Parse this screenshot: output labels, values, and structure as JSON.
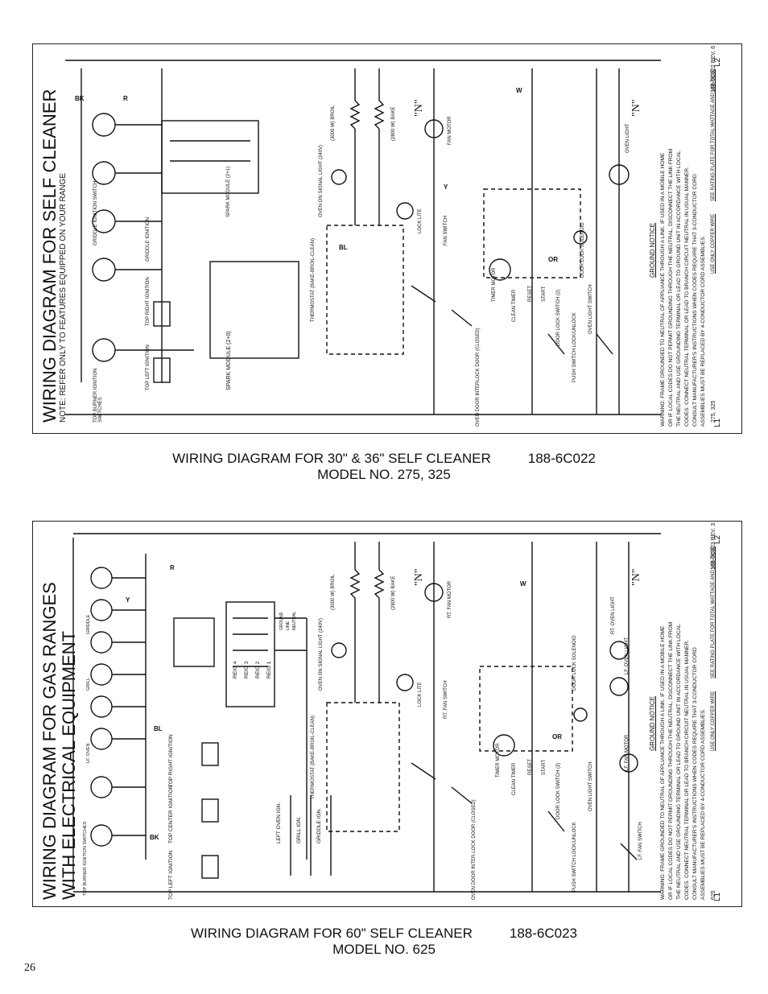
{
  "page_number": "26",
  "diagram1": {
    "title": "WIRING DIAGRAM FOR SELF CLEANER",
    "note": "NOTE: REFER ONLY TO FEATURES EQUIPPED ON YOUR RANGE",
    "caption_line1": "WIRING DIAGRAM FOR 30\" & 36\" SELF CLEANER",
    "part_number": "188-6C022",
    "caption_line2": "MODEL NO. 275, 325",
    "labels": {
      "top_burner_switches": "TOP BURNER IGNITION SWITCHES",
      "top_left_ignition": "TOP LEFT IGNITION",
      "top_right_ignition": "TOP RIGHT IGNITION",
      "griddle_ignition_switch": "GRIDDLE IGNITION SWITCH",
      "griddle_ignition": "GRIDDLE IGNITION",
      "spark_module_20": "SPARK MODULE (2+0)",
      "spark_module_21": "SPARK MODULE (2+1)",
      "thermostat": "THERMOSTAT (BAKE-BROIL-CLEAN)",
      "oven_on_signal": "OVEN ON SIGNAL LIGHT (240V)",
      "broil": "(3000 W) BROIL",
      "bake": "(2800 W) BAKE",
      "fan_motor": "FAN MOTOR",
      "lock_lite": "LOCK LITE",
      "fan_switch": "FAN SWITCH",
      "timer_motor": "TIMER MOTOR",
      "clean_timer": "CLEAN TIMER",
      "reset": "RESET",
      "start": "START",
      "door_lock_switch": "DOOR LOCK SWITCH (2)",
      "door_lock_solenoid": "DOOR LOCK SOLENOID",
      "oven_light_switch": "OVEN LIGHT SWITCH",
      "oven_light": "OVEN LIGHT",
      "push_switch": "PUSH SWITCH LOCK/UNLOCK",
      "oven_door_interlock": "OVEN DOOR INTERLOCK DOOR (CLOSED)",
      "neutral": "\"N\"",
      "l1": "L1",
      "l2": "L2"
    },
    "ground_notice_title": "GROUND NOTICE",
    "ground_notice_lines": [
      "WARNING: FRAME GROUNDED TO NEUTRAL OF APPLIANCE THROUGH A LINK. IF USED IN A MOBILE HOME",
      "OR IF LOCAL CODES DO NOT PERMIT GROUNDING THROUGH THE NEUTRAL, DISCONNECT THE LINK FROM",
      "THE NEUTRAL AND USE GROUNDING TERMINAL OR LEAD TO GROUND UNIT IN ACCORDANCE WITH LOCAL",
      "CODES. CONNECT NEUTRAL TERMINAL OR LEAD TO BRANCH CIRCUIT NEUTRAL IN USUAL MANNER.",
      "CONSULT MANUFACTURER'S INSTRUCTIONS WHEN CODES REQUIRE THAT 3-CONDUCTOR CORD",
      "ASSEMBLIES MUST BE REPLACED BY 4-CONDUCTOR CORD ASSEMBLIES."
    ],
    "footer_models": "275, 325",
    "footer_copper": "USE ONLY COPPER WIRE",
    "footer_rating": "SEE RATING PLATE FOR TOTAL WATTAGE AND VOLTAGE",
    "footer_rev": "188-6C022 REV. 6"
  },
  "diagram2": {
    "title_line1": "WIRING DIAGRAM FOR GAS RANGES",
    "title_line2": "WITH ELECTRICAL EQUIPMENT",
    "caption_line1": "WIRING DIAGRAM FOR 60\" SELF CLEANER",
    "part_number": "188-6C023",
    "caption_line2": "MODEL NO. 625",
    "labels": {
      "top_burner_switches": "TOP BURNER IGNITION SWITCHES",
      "lf_oven": "LF. OVEN",
      "grill": "GRILL",
      "griddle": "GRIDDLE",
      "top_left_ignition": "TOP LEFT IGNITION",
      "top_center_ignition": "TOP CENTER IGNITION",
      "top_right_ignition": "TOP RIGHT IGNITION",
      "left_oven_ign": "LEFT OVEN IGN.",
      "grill_ign": "GRILL IGN.",
      "griddle_ign": "GRIDDLE IGN.",
      "reig4": "REIG 4",
      "reig3": "REIG 3",
      "reig2": "REIG 2",
      "reig1": "REIG 1",
      "ground": "GROUND",
      "line": "LINE",
      "neutral_term": "NEUTRAL",
      "thermostat": "THERMOSTAT (BAKE-BROIL-CLEAN)",
      "oven_on_signal": "OVEN ON SIGNAL LIGHT (240V)",
      "broil": "(3000 W) BROIL",
      "bake": "(2800 W) BAKE",
      "rt_fan_motor": "RT. FAN MOTOR",
      "lock_lite": "LOCK LITE",
      "rt_fan_switch": "RT. FAN SWITCH",
      "timer_motor": "TIMER MOTOR",
      "clean_timer": "CLEAN TIMER",
      "reset": "RESET",
      "start": "START",
      "door_lock_switch": "DOOR LOCK SWITCH (2)",
      "door_lock_solenoid": "DOOR LOCK SOLENOID",
      "oven_light_switch": "OVEN LIGHT SWITCH",
      "rt_oven_light": "RT. OVEN LIGHT",
      "lf_oven_light": "LF. OVEN LIGHT",
      "lf_fan_motor": "LF. FAN MOTOR",
      "lf_fan_switch": "LF. FAN SWITCH",
      "push_switch": "PUSH SWITCH LOCK/UNLOCK",
      "oven_door_interlock": "OVEN DOOR INTER-LOCK DOOR (CLOSED)",
      "neutral": "\"N\"",
      "l1": "L1",
      "l2": "L2"
    },
    "ground_notice_title": "GROUND NOTICE",
    "ground_notice_lines": [
      "WARNING: FRAME GROUNDED TO NEUTRAL OF APPLIANCE THROUGH A LINK. IF USED IN A MOBILE HOME",
      "OR IF LOCAL CODES DO NOT PERMIT GROUNDING THROUGH THE NEUTRAL, DISCONNECT THE LINK FROM",
      "THE NEUTRAL AND USE GROUNDING TERMINAL OR LEAD TO GROUND UNIT IN ACCORDANCE WITH LOCAL",
      "CODES. CONNECT NEUTRAL TERMINAL OR LEAD TO BRANCH CIRCUIT NEUTRAL IN USUAL MANNER.",
      "CONSULT MANUFACTURER'S INSTRUCTIONS WHEN CODES REQUIRE THAT 3-CONDUCTOR CORD",
      "ASSEMBLIES MUST BE REPLACED BY 4-CONDUCTOR CORD ASSEMBLIES."
    ],
    "footer_models": "625",
    "footer_copper": "USE ONLY COPPER WIRE",
    "footer_rating": "SEE RATING PLATE FOR TOTAL WATTAGE AND VOLTAGE",
    "footer_rev": "188-6C023 REV. 3"
  },
  "wire_codes": [
    "BK",
    "R",
    "W",
    "BL",
    "Y",
    "OR"
  ]
}
